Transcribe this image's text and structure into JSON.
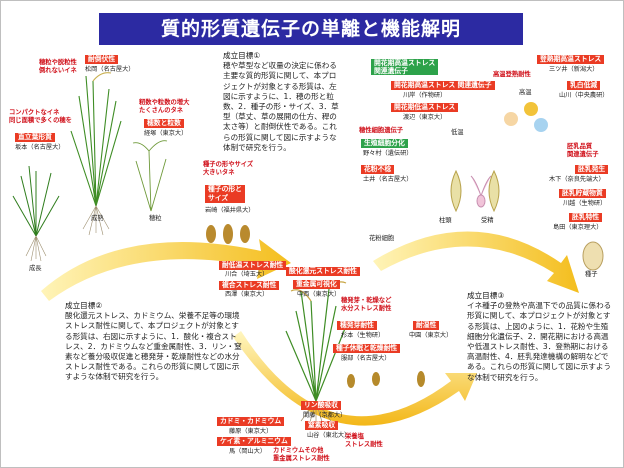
{
  "title": "質的形質遺伝子の単離と機能解明",
  "goal1": {
    "heading": "成立目標①",
    "body": "穂や草型など収量の決定に係わる主要な質的形質に関して、本プロジェクトが対象とする形質は、左図に示すように、1．穂の形と粒数、2．種子の形・サイズ、3．草型（草丈、草の展開の仕方、稈の太さ等）と耐倒伏性である。これらの形質に関して図に示すような体制で研究を行う。"
  },
  "goal2": {
    "heading": "成立目標②",
    "body": "酸化還元ストレス、カドミウム、栄養不足等の環境ストレス耐性に関して、本プロジェクトが対象とする形質は、右図に示すように、1．酸化・複合ストレス、2．カドミウムなど重金属耐性、3．リン・窒素など養分吸収促進と穂発芽・乾燥耐性などの水分ストレス耐性である。これらの形質に関して図に示すような体制で研究を行う。"
  },
  "goal3": {
    "heading": "成立目標③",
    "body": "イネ種子の登熟や高温下での品質に係わる形質に関して、本プロジェクトが対象とする形質は、上図のように、1．花粉や生殖細胞分化遺伝子、2．開花期における高温や低温ストレス耐性、3．登熟期における高温耐性、4．胚乳発達機構の解明などである。これらの形質に関して図に示すような体制で研究を行う。"
  },
  "left_labels": {
    "erect_note": "穂粒や脱粒性\n倒れないイネ",
    "erect_tag": "耐倒伏性",
    "erect_inst": "松岡（名古屋大）",
    "compact_note": "コンパクトなイネ\n同じ面積で多くの穂を",
    "compact_tag": "直立葉形質",
    "compact_inst": "坂本（名古屋大）",
    "grains_note": "籾数や粒数の増大\nたくさんのタネ",
    "grains_tag": "穂数と粒数",
    "grains_inst": "経塚（東京大）",
    "seed_note": "種子の形やサイズ\n大きいタネ",
    "seed_tag": "種子の形と\nサイズ",
    "seed_inst": "岩崎（福井県大）",
    "stage_mature": "成熟",
    "stage_ear": "穂粒",
    "stage_growth": "成長"
  },
  "center_labels": {
    "low_temp": "耐低温ストレス耐性",
    "low_temp_inst": "川合（埼玉大）",
    "multi": "複合ストレス耐性",
    "multi_inst": "西澤（東京大）",
    "ox": "酸化還元ストレス耐性",
    "heavy": "重金属可視化",
    "heavy_inst": "中西（東京大）"
  },
  "right_labels": {
    "heat_tag": "開花期高温ストレス\n関連遺伝子",
    "heat_inst": "川岸（作物研）",
    "cold_tag": "開花期低温ストレス",
    "cold_inst": "渡辺（東京大）",
    "germ_tag": "生殖細胞分化",
    "germ_inst": "野々村（遺伝研）",
    "flower_tag": "花粉不稔",
    "flower_inst": "土井（名古屋大）",
    "hi_tag": "高温",
    "lo_tag": "低温",
    "flower_sub": "花粉細胞",
    "pollen": "柱頭",
    "seed": "受精",
    "fill_tag": "登熟期高温ストレス",
    "fill_inst": "三ツ井（新潟大）",
    "fill_note": "高温登熟耐性",
    "milk_tag": "乳白低減",
    "milk_inst": "山川（中央農研）",
    "endo_tag": "胚乳品質\n関連遺伝子",
    "endo_dev": "胚乳発生",
    "endo_dev_inst": "木下（奈良先端大）",
    "storage": "胚乳貯蔵物質",
    "storage_inst": "川越（生物研）",
    "endo_char": "胚乳特性",
    "endo_char_inst": "島田（東京理大）",
    "germ_label": "種子"
  },
  "bottom_labels": {
    "drought_note": "穂発芽・乾燥など\n水分ストレス耐性",
    "drought": "穂発芽耐性",
    "drought_inst": "杉本（生物研）",
    "dry": "種子休眠と乾燥耐性",
    "dry_inst": "服部（名古屋大）",
    "salt": "耐湿性",
    "salt_inst": "中園（東京大）",
    "p_tag": "リン酸吸収",
    "p_inst": "間藤（京都大）",
    "n_tag": "窒素吸収",
    "n_inst": "山谷（東北大）",
    "nutr": "栄養塩\nストレス耐性",
    "cd_tag": "カドミ・カドミウム",
    "cd_inst": "藤原（東京大）",
    "al_tag": "ケイ素・アルミニウム",
    "al_inst": "馬（岡山大）",
    "cd_note": "カドミウムその他\n重金属ストレス耐性"
  },
  "colors": {
    "title_bg": "#2c2aa2",
    "tag": "#ea3b24",
    "green": "#2da24a",
    "arrow": "#f7c830"
  }
}
